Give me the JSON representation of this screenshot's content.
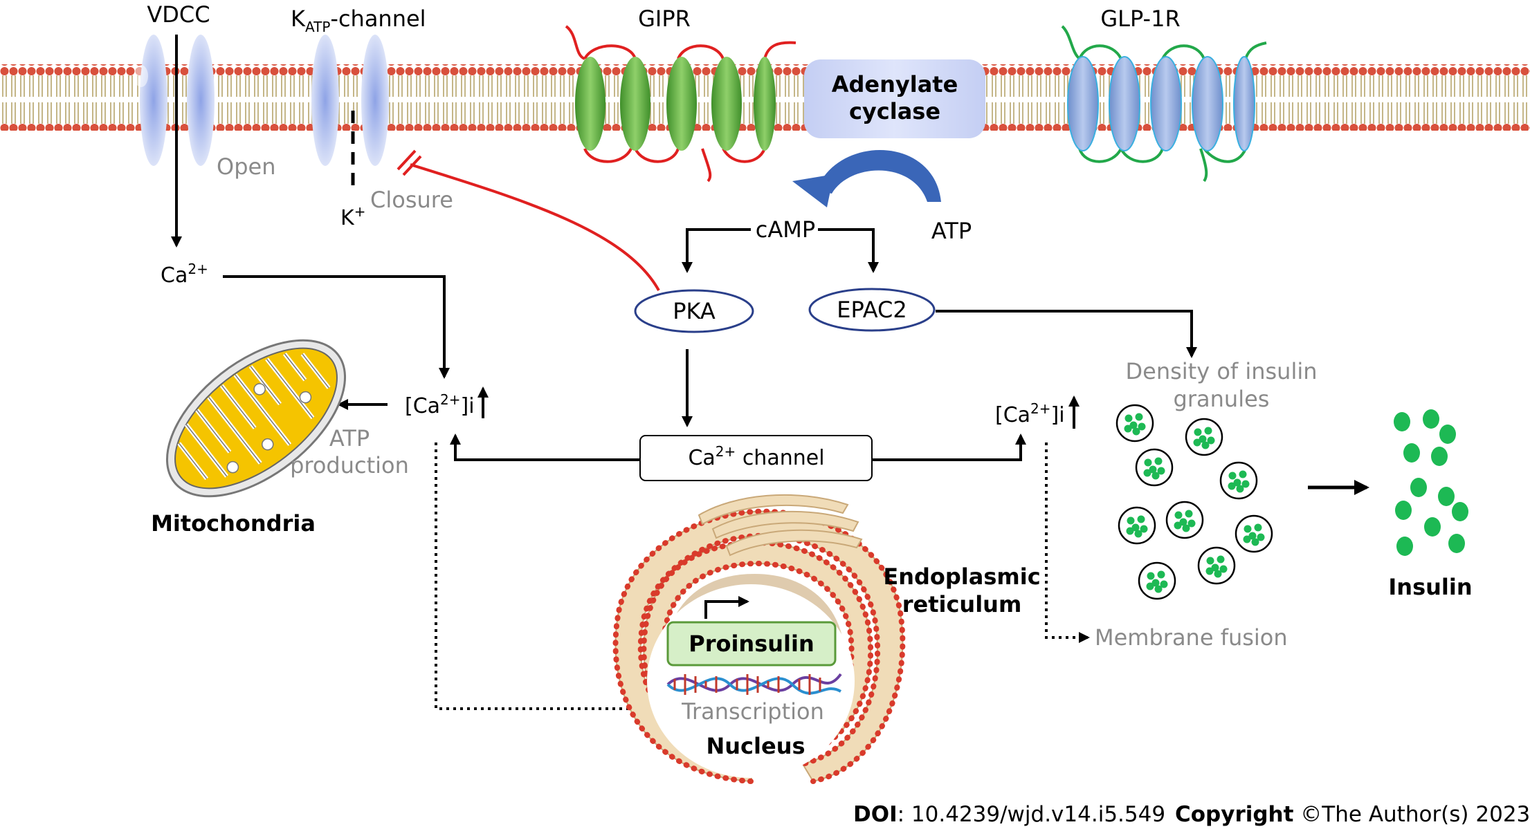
{
  "membrane": {
    "vdcc": "VDCC",
    "katp_main": "K",
    "katp_sub": "ATP",
    "katp_suffix": "-channel",
    "gipr": "GIPR",
    "glp1r": "GLP-1R",
    "adenylate_line1": "Adenylate",
    "adenylate_line2": "cyclase",
    "open": "Open",
    "closure": "Closure",
    "k_ion": "K",
    "k_ion_sup": "+"
  },
  "signals": {
    "camp": "cAMP",
    "atp": "ATP",
    "pka": "PKA",
    "epac2": "EPAC2",
    "ca_main": "Ca",
    "ca_sup": "2+",
    "ca_i_left_open": "[Ca",
    "ca_i_sup": "2+",
    "ca_i_close": "]i",
    "ca_channel_prefix": "Ca",
    "ca_channel_sup": "2+",
    "ca_channel_suffix": " channel"
  },
  "labels": {
    "atp_production_line1": "ATP",
    "atp_production_line2": "production",
    "mitochondria": "Mitochondria",
    "density_line1": "Density of insulin",
    "density_line2": "granules",
    "insulin": "Insulin",
    "membrane_fusion": "Membrane fusion",
    "er_line1": "Endoplasmic",
    "er_line2": "reticulum",
    "proinsulin": "Proinsulin",
    "transcription": "Transcription",
    "nucleus": "Nucleus"
  },
  "footer": {
    "doi_label": "DOI",
    "doi_value": ": 10.4239/wjd.v14.i5.549",
    "copyright_label": "Copyright",
    "copyright_value": " ©The Author(s) 2023."
  },
  "colors": {
    "lipid_head": "#d8503c",
    "lipid_tail": "#b6a46a",
    "channel": "#a9b9ec",
    "gipr_line": "#e02020",
    "gipr_helix": "#58a83a",
    "glp1r_line": "#22a84a",
    "glp1r_helix": "#8ca8dc",
    "inhibit": "#e02020",
    "mito_fill": "#f5c400",
    "granule": "#1db954",
    "arrow_blue": "#3a66b8",
    "er_fill": "#f0dcb8",
    "er_dot": "#d93a2b"
  }
}
